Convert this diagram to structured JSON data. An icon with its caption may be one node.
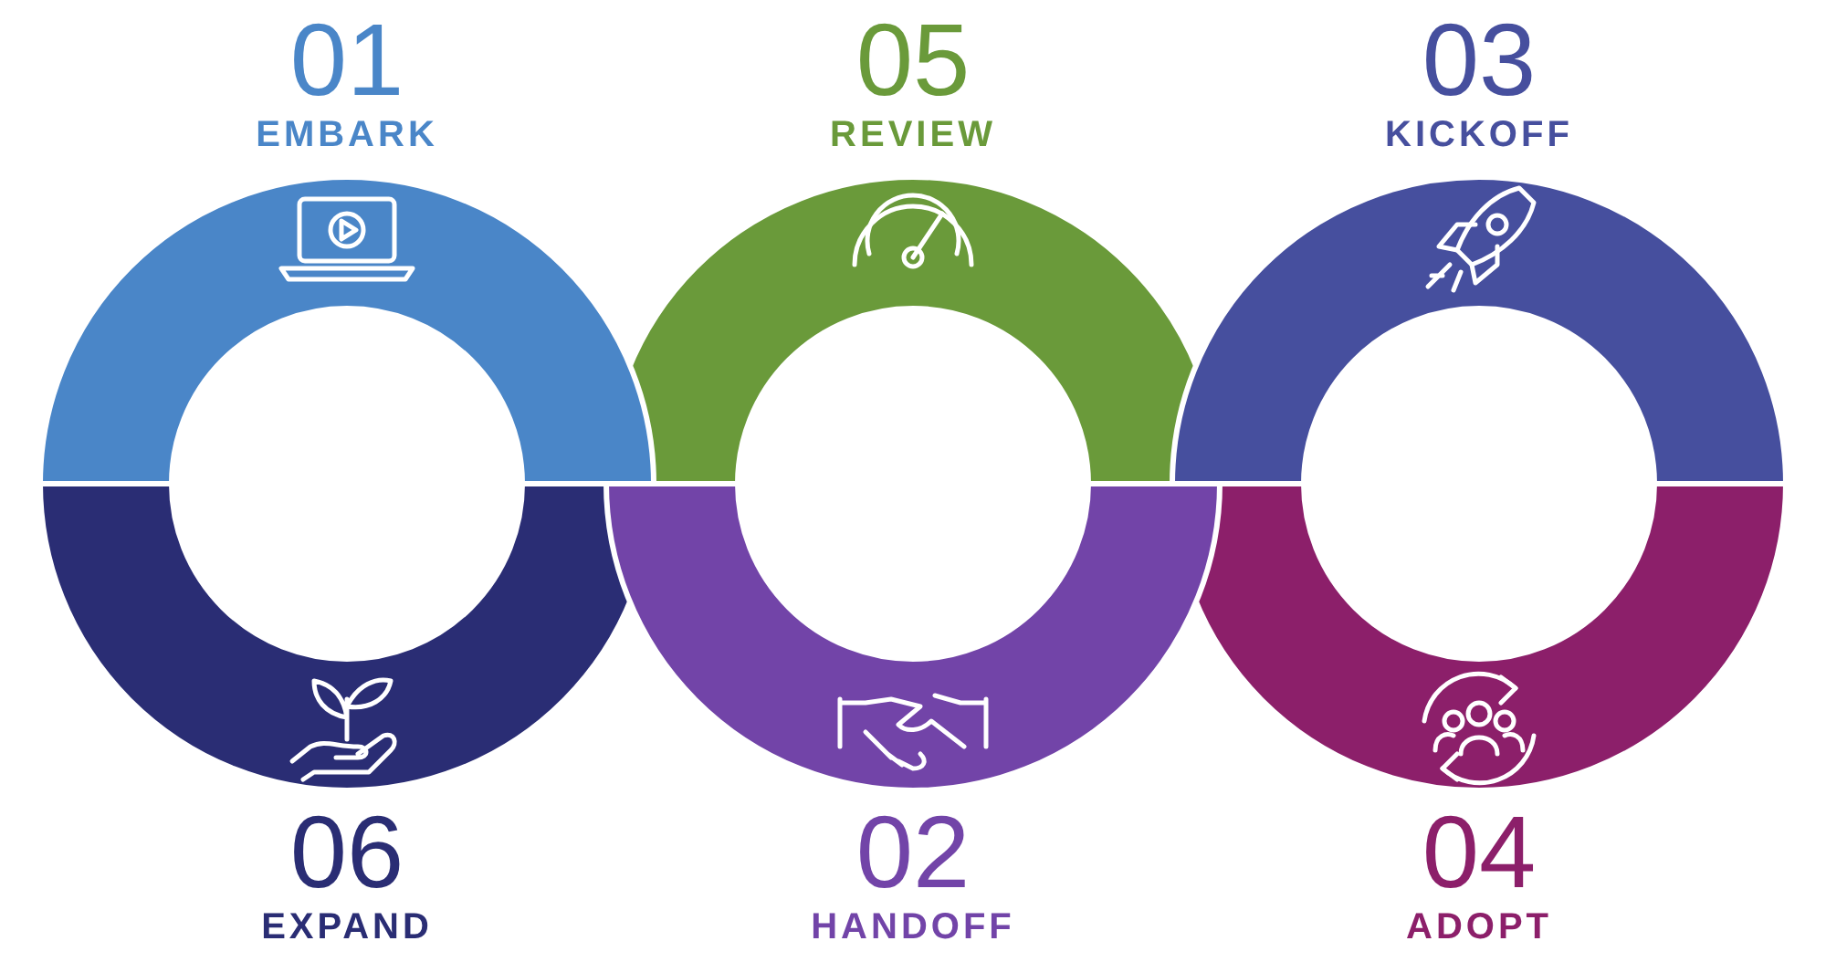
{
  "diagram": {
    "nodes": [
      {
        "text": [
          "01",
          "EMBARK"
        ]
      },
      {
        "text": [
          "05",
          "REVIEW"
        ]
      },
      {
        "text": [
          "03",
          "KICKOFF"
        ]
      },
      {
        "text": [
          "06",
          "EXPAND"
        ]
      },
      {
        "text": [
          "02",
          "HANDOFF"
        ]
      },
      {
        "text": [
          "04",
          "ADOPT"
        ]
      }
    ]
  }
}
